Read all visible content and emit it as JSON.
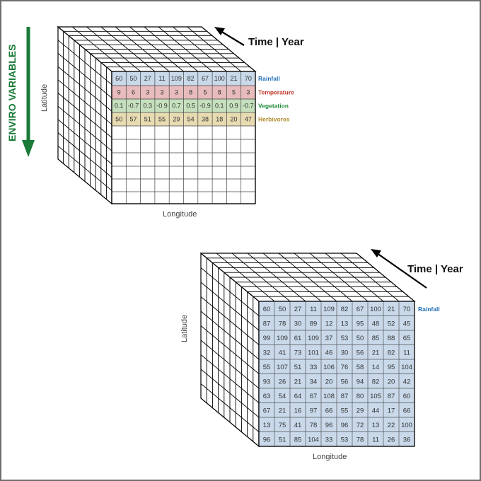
{
  "enviro_label": "ENVIRO VARIABLES",
  "colors": {
    "rainfall": "#1f6fb5",
    "temperature": "#c0392b",
    "vegetation": "#1f8a3a",
    "herbivores": "#b08a2a",
    "rainfall_fill": "#c9d9ea",
    "temperature_fill": "#e8bcbc",
    "vegetation_fill": "#c6e0bd",
    "herbivores_fill": "#e8dbb2",
    "arrow_green": "#1a7a38"
  },
  "cube_top": {
    "time_label": "Time | Year",
    "latitude_label": "Latitude",
    "longitude_label": "Longitude",
    "rows": [
      {
        "label": "Rainfall",
        "key": "rainfall",
        "values": [
          "60",
          "50",
          "27",
          "11",
          "109",
          "82",
          "67",
          "100",
          "21",
          "70"
        ]
      },
      {
        "label": "Temperature",
        "key": "temperature",
        "values": [
          "9",
          "6",
          "3",
          "3",
          "3",
          "8",
          "5",
          "8",
          "5",
          "3"
        ]
      },
      {
        "label": "Vegetation",
        "key": "vegetation",
        "values": [
          "0.1",
          "-0.7",
          "0.3",
          "-0.9",
          "0.7",
          "0.5",
          "-0.9",
          "0.1",
          "0.9",
          "-0.7"
        ]
      },
      {
        "label": "Herbivores",
        "key": "herbivores",
        "values": [
          "50",
          "57",
          "51",
          "55",
          "29",
          "54",
          "38",
          "18",
          "20",
          "47"
        ]
      }
    ]
  },
  "cube_bottom": {
    "time_label": "Time | Year",
    "latitude_label": "Latitude",
    "longitude_label": "Longitude",
    "row_label": "Rainfall",
    "grid": [
      [
        "60",
        "50",
        "27",
        "11",
        "109",
        "82",
        "67",
        "100",
        "21",
        "70"
      ],
      [
        "87",
        "78",
        "30",
        "89",
        "12",
        "13",
        "95",
        "48",
        "52",
        "45"
      ],
      [
        "99",
        "109",
        "61",
        "109",
        "37",
        "53",
        "50",
        "85",
        "88",
        "65"
      ],
      [
        "32",
        "41",
        "73",
        "101",
        "46",
        "30",
        "56",
        "21",
        "82",
        "11"
      ],
      [
        "55",
        "107",
        "51",
        "33",
        "106",
        "76",
        "58",
        "14",
        "95",
        "104"
      ],
      [
        "93",
        "26",
        "21",
        "34",
        "20",
        "56",
        "94",
        "82",
        "20",
        "42"
      ],
      [
        "63",
        "54",
        "64",
        "67",
        "108",
        "87",
        "80",
        "105",
        "87",
        "60"
      ],
      [
        "67",
        "21",
        "16",
        "97",
        "66",
        "55",
        "29",
        "44",
        "17",
        "66"
      ],
      [
        "13",
        "75",
        "41",
        "78",
        "96",
        "96",
        "72",
        "13",
        "22",
        "100"
      ],
      [
        "96",
        "51",
        "85",
        "104",
        "33",
        "53",
        "78",
        "11",
        "26",
        "36"
      ]
    ]
  }
}
